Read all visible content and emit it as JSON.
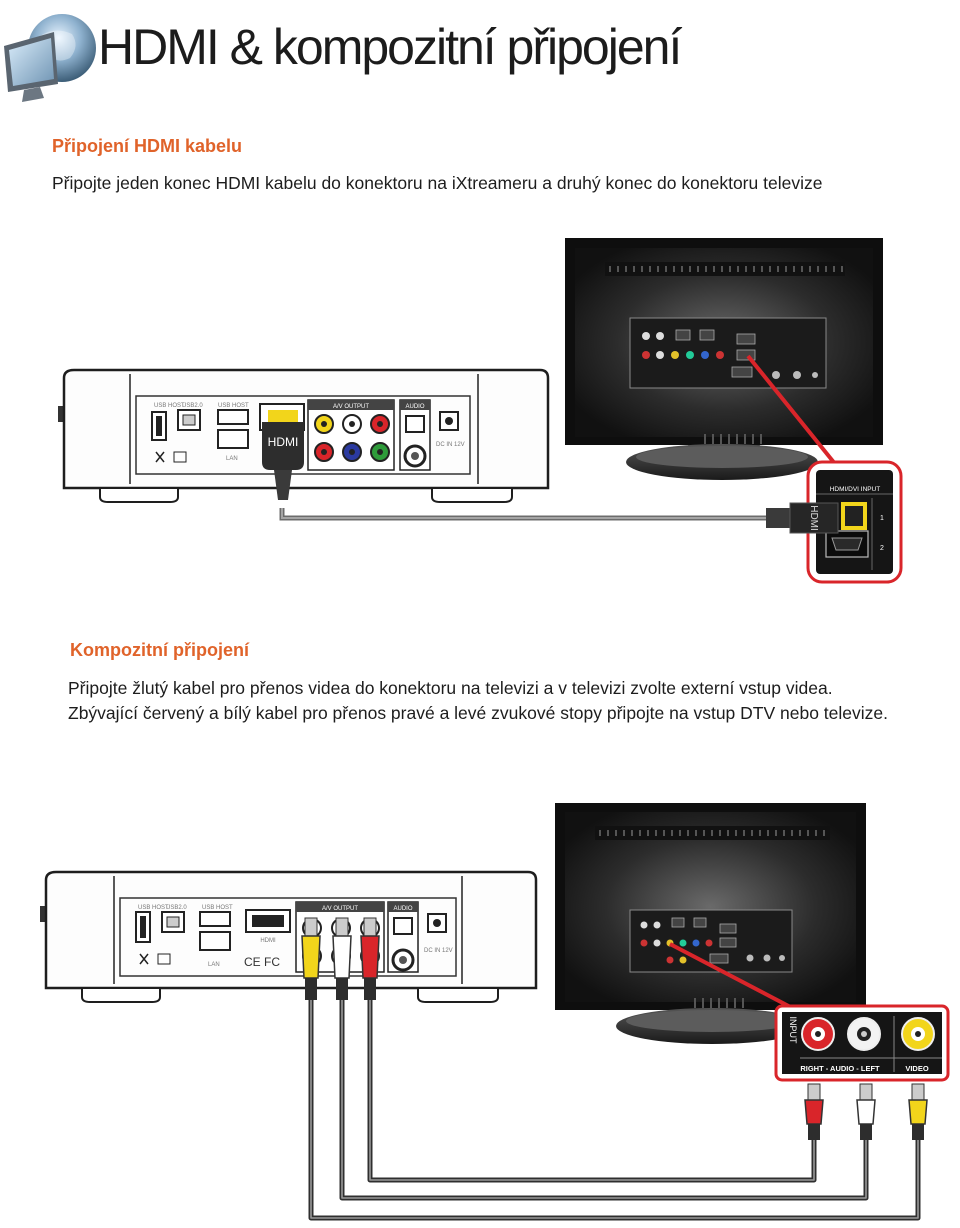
{
  "header": {
    "title": "HDMI & kompozitní připojení"
  },
  "hdmi_section": {
    "heading": "Připojení HDMI kabelu",
    "text": "Připojte jeden konec HDMI kabelu do konektoru na iXtreameru a druhý konec do konektoru televize"
  },
  "composite_section": {
    "heading": "Kompozitní připojení",
    "text_line1": "Připojte žlutý kabel pro přenos videa do konektoru na televizi a v televizi zvolte externí vstup videa.",
    "text_line2": "Zbývající červený a bílý kabel pro přenos pravé a levé zvukové stopy připojte na vstup DTV nebo televize."
  },
  "device_labels": {
    "usb_host": "USB HOST",
    "usb_20": "USB2.0",
    "usb_host_2": "USB HOST",
    "lan": "LAN",
    "hdmi_port": "HDMI",
    "av_output": "A/V OUTPUT",
    "audio": "AUDIO",
    "dc_in": "DC IN 12V",
    "ce_fc": "CE FC"
  },
  "diagram1_labels": {
    "hdmi_plug": "HDMI",
    "hdmi_plug_tv": "HDMI",
    "tv_input_title": "HDMI/DVI INPUT",
    "port_1": "1",
    "port_2": "2"
  },
  "diagram2_labels": {
    "input": "INPUT",
    "right_audio_left": "RIGHT - AUDIO - LEFT",
    "video": "VIDEO"
  },
  "colors": {
    "heading": "#e0632a",
    "callout_border": "#d9252a",
    "cable_yellow": "#f2d51b",
    "cable_red": "#d9252a",
    "rca_blue": "#2b3aa0",
    "rca_green": "#2e9b3a"
  }
}
